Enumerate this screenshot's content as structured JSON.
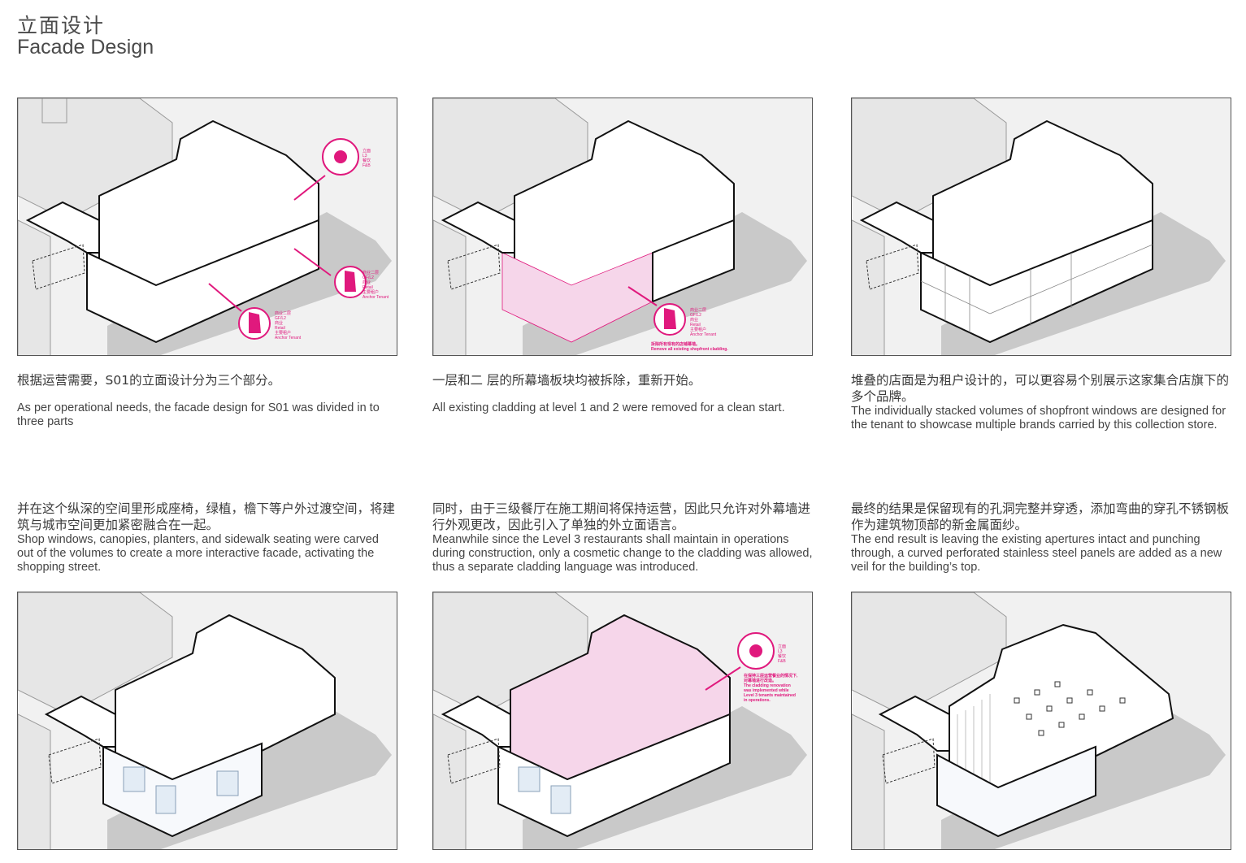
{
  "header": {
    "title_cn": "立面设计",
    "title_en": "Facade Design"
  },
  "colors": {
    "accent": "#e0197d",
    "highlight": "#f6d6ea",
    "shadow": "#c9c9c9"
  },
  "captions": [
    {
      "cn": "根据运营需要，S01的立面设计分为三个部分。",
      "en": "As per operational needs, the facade design for S01 was divided in to three parts"
    },
    {
      "cn": "一层和二 层的所幕墙板块均被拆除，重新开始。",
      "en": "All existing cladding at level 1 and 2 were removed for a clean start."
    },
    {
      "cn": "堆叠的店面是为租户设计的，可以更容易个别展示这家集合店旗下的多个品牌。",
      "en": "The individually stacked volumes of shopfront windows are designed for the tenant to showcase multiple brands carried by this collection store."
    },
    {
      "cn": "并在这个纵深的空间里形成座椅，绿植，檐下等户外过渡空间，将建筑与城市空间更加紧密融合在一起。",
      "en": "Shop windows, canopies, planters, and sidewalk seating were carved out of the volumes to create a more interactive facade, activating the shopping street."
    },
    {
      "cn": "同时，由于三级餐厅在施工期间将保持运营，因此只允许对外幕墙进行外观更改，因此引入了单独的外立面语言。",
      "en": "Meanwhile since the Level 3 restaurants shall maintain in operations during construction, only a cosmetic change to the cladding was allowed, thus a separate cladding language was introduced."
    },
    {
      "cn": "最终的结果是保留现有的孔洞完整并穿透，添加弯曲的穿孔不锈钢板作为建筑物顶部的新金属面纱。",
      "en": "The end result is leaving the existing apertures intact and punching through, a curved perforated stainless steel panels are added as a new veil for the building’s top."
    }
  ],
  "annotations": {
    "p1_fb": [
      "立面",
      "L3",
      "餐饮",
      "F&B"
    ],
    "p1_retail_a": [
      "商业二层",
      "GF/L2",
      "商业",
      "Retail",
      "主要租户",
      "Anchor Tenant"
    ],
    "p1_retail_b": [
      "商业二层",
      "GF/L2",
      "商业",
      "Retail",
      "主要租户",
      "Anchor Tenant"
    ],
    "p2_retail": [
      "商业二层",
      "GF/L2",
      "商业",
      "Retail",
      "主要租户",
      "Anchor Tenant"
    ],
    "p2_note_cn": "拆除所有现有的店铺幕墙。",
    "p2_note_en": "Remove all existing shopfront cladding.",
    "p5_fb": [
      "立面",
      "L3",
      "餐饮",
      "F&B"
    ],
    "p5_note": [
      "在保持三层运营餐业的情况下,",
      "对幕墙进行改造。",
      "The cladding renovation",
      "was implemented while",
      "Level 3 tenants maintained",
      "in operations."
    ]
  }
}
